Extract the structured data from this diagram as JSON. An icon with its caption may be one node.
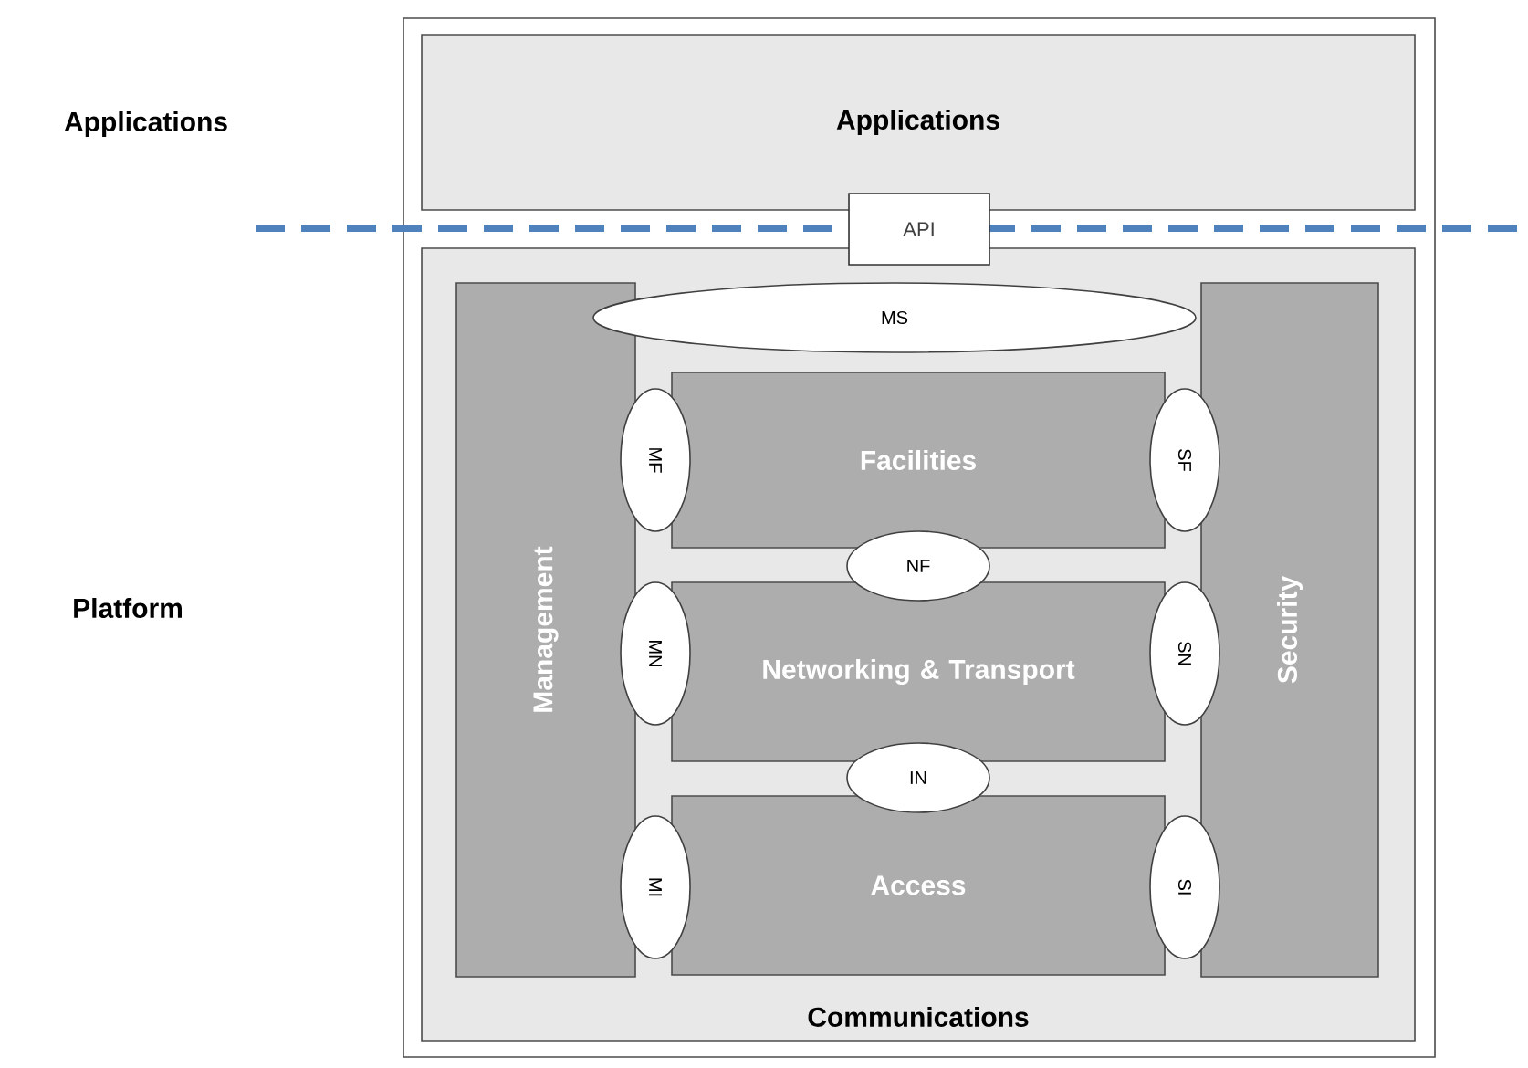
{
  "diagram": {
    "nodes": [
      {
        "text": [],
        "shape": "box"
      },
      {
        "text": [
          "Applications"
        ],
        "in": 0
      },
      {
        "text": [
          "API"
        ],
        "in": 0
      },
      {
        "text": [
          "Communications"
        ],
        "in": 0
      },
      {
        "text": [
          "Management"
        ],
        "in": 3
      },
      {
        "text": [
          "MS"
        ],
        "in": 3
      },
      {
        "text": [
          "MF"
        ],
        "in": 3
      },
      {
        "text": [
          "Facilities"
        ],
        "in": 3
      },
      {
        "text": [
          "SF"
        ],
        "in": 3
      },
      {
        "text": [
          "Security"
        ],
        "in": 3
      },
      {
        "text": [
          "NF"
        ],
        "in": 3
      },
      {
        "text": [
          "MN"
        ],
        "in": 3
      },
      {
        "text": [
          "Networking & Transport"
        ],
        "in": 3
      },
      {
        "text": [
          "SN"
        ],
        "in": 3
      },
      {
        "text": [
          "IN"
        ],
        "in": 3
      },
      {
        "text": [
          "MI"
        ],
        "in": 3
      },
      {
        "text": [
          "Access"
        ],
        "in": 3
      },
      {
        "text": [
          "SI"
        ],
        "in": 3
      }
    ],
    "labels": [
      "Applications",
      "Platform"
    ]
  }
}
